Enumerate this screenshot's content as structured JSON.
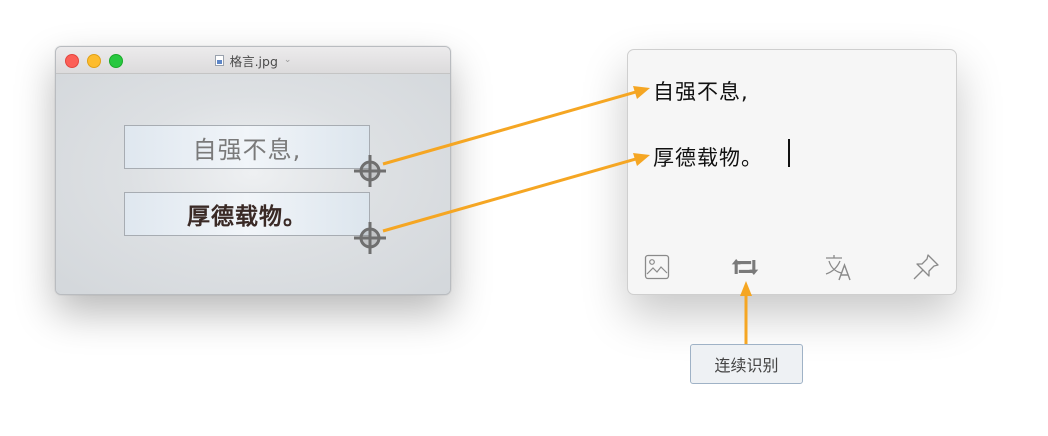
{
  "preview_window": {
    "title": "格言.jpg",
    "title_chevron": "⌄",
    "traffic_lights": [
      "close",
      "minimize",
      "zoom"
    ],
    "image_text_lines": [
      "自强不息,",
      "厚德载物。"
    ]
  },
  "ocr_panel": {
    "recognized_lines": [
      "自强不息,",
      "厚德载物。"
    ],
    "toolbar": [
      {
        "icon": "image-icon",
        "label": "Image"
      },
      {
        "icon": "repeat-icon",
        "label": "Continuous recognition"
      },
      {
        "icon": "translate-icon",
        "label": "Translate"
      },
      {
        "icon": "pin-icon",
        "label": "Pin"
      }
    ]
  },
  "callout": {
    "label": "连续识别"
  },
  "colors": {
    "arrow": "#f5a623",
    "crosshair": "#6f6f6f",
    "traffic_red": "#fc5f57",
    "traffic_yellow": "#fdbc2e",
    "traffic_green": "#28c840"
  }
}
